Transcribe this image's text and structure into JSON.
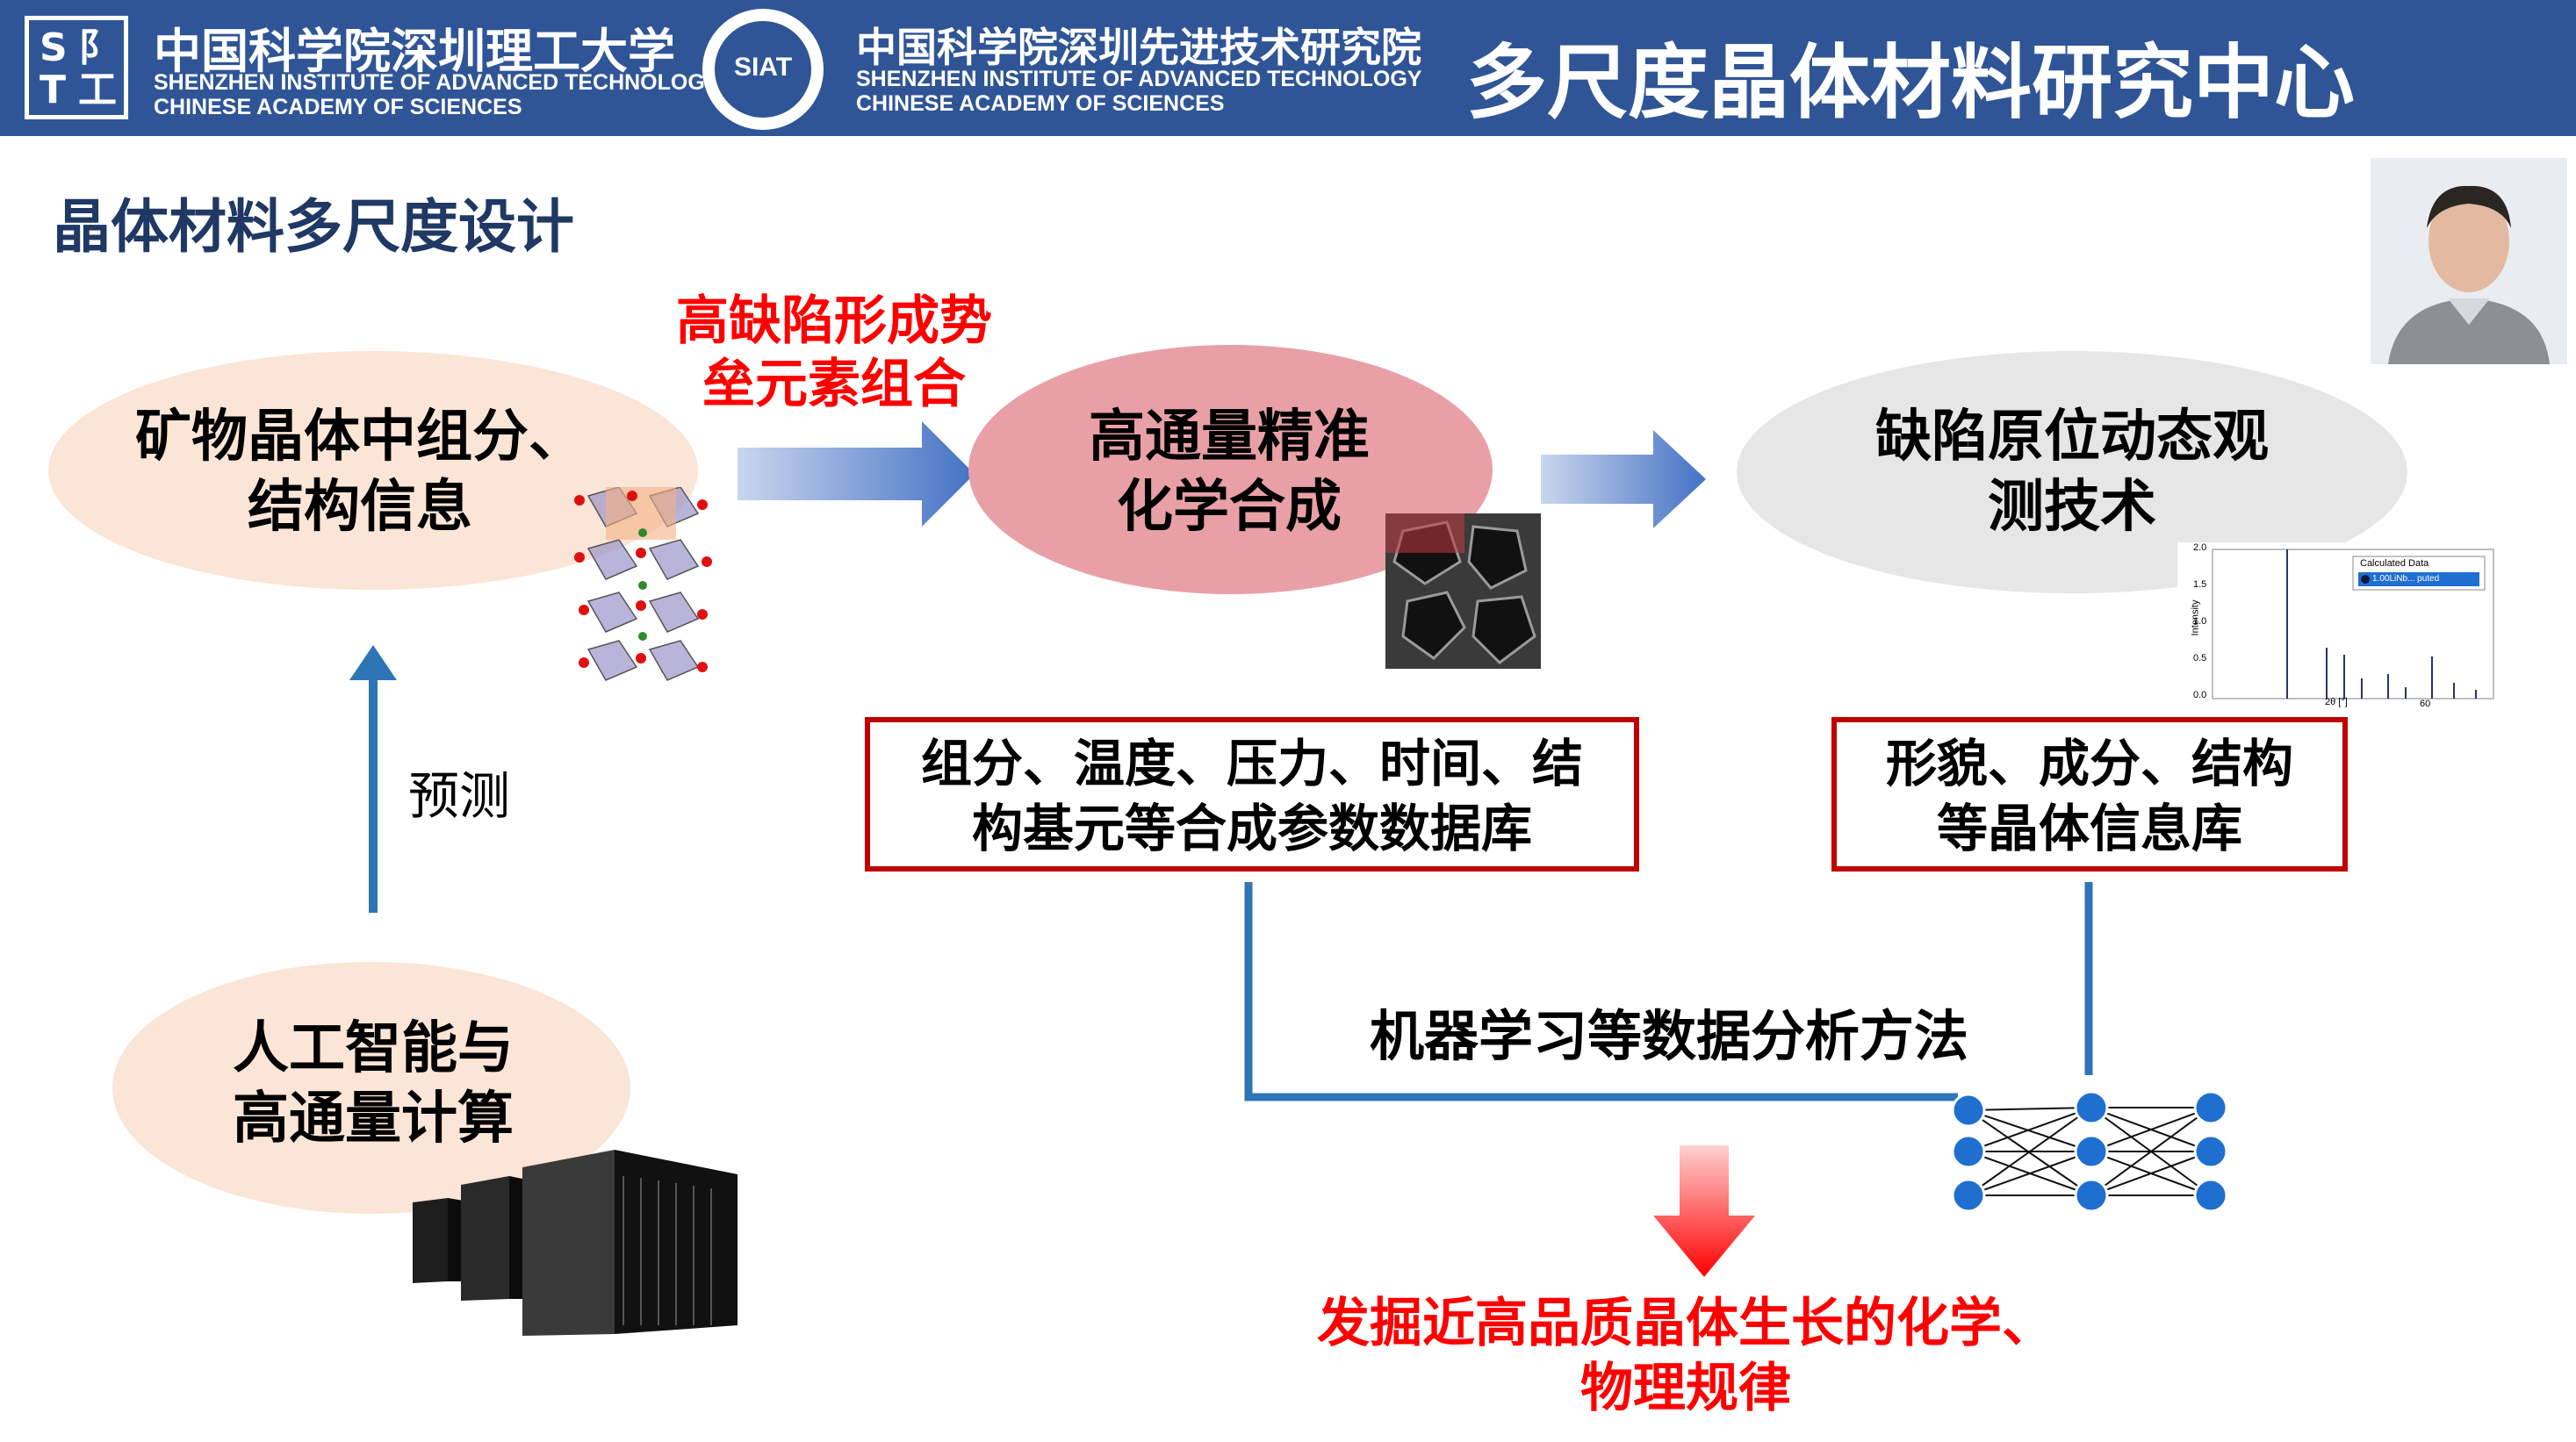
{
  "header": {
    "inst_cn": "中国科学院深圳理工大学",
    "inst_en_1": "SHENZHEN INSTITUTE OF ADVANCED TECHNOLOGY",
    "inst_en_2": "CHINESE ACADEMY OF SCIENCES",
    "siat_badge": "SIAT",
    "siat_cn": "中国科学院深圳先进技术研究院",
    "siat_en_1": "SHENZHEN INSTITUTE OF ADVANCED TECHNOLOGY",
    "siat_en_2": "CHINESE ACADEMY OF SCIENCES",
    "center_title": "多尺度晶体材料研究中心"
  },
  "section_title": "晶体材料多尺度设计",
  "nodes": {
    "mineral_line1": "矿物晶体中组分、",
    "mineral_line2": "结构信息",
    "synthesis_line1": "高通量精准",
    "synthesis_line2": "化学合成",
    "observe_line1": "缺陷原位动态观",
    "observe_line2": "测技术",
    "ai_line1": "人工智能与",
    "ai_line2": "高通量计算"
  },
  "red_labels": {
    "defect_line1": "高缺陷形成势",
    "defect_line2": "垒元素组合",
    "discover_line1": "发掘近高品质晶体生长的化学、",
    "discover_line2": "物理规律"
  },
  "boxes": {
    "params_line1": "组分、温度、压力、时间、结",
    "params_line2": "构基元等合成参数数据库",
    "crystal_line1": "形貌、成分、结构",
    "crystal_line2": "等晶体信息库"
  },
  "labels": {
    "predict": "预测",
    "ml_method": "机器学习等数据分析方法"
  },
  "xrd_plot": {
    "legend_title": "Calculated Data",
    "legend_item": "1.00LiNb... puted",
    "ylabel": "Intensity",
    "xlabel": "2θ [°]",
    "yticks": [
      "2.0",
      "1.5",
      "1.0",
      "0.5",
      "0.0"
    ],
    "xtick": "60"
  },
  "colors": {
    "header_bg": "#2f5597",
    "peach": "#fbe5d6",
    "pink": "#e8a0a6",
    "grey": "#e7e6e6",
    "red": "#ff0000",
    "box_border": "#c00000",
    "line_blue": "#2e75b6",
    "arrow_blue": "#4472c4"
  }
}
